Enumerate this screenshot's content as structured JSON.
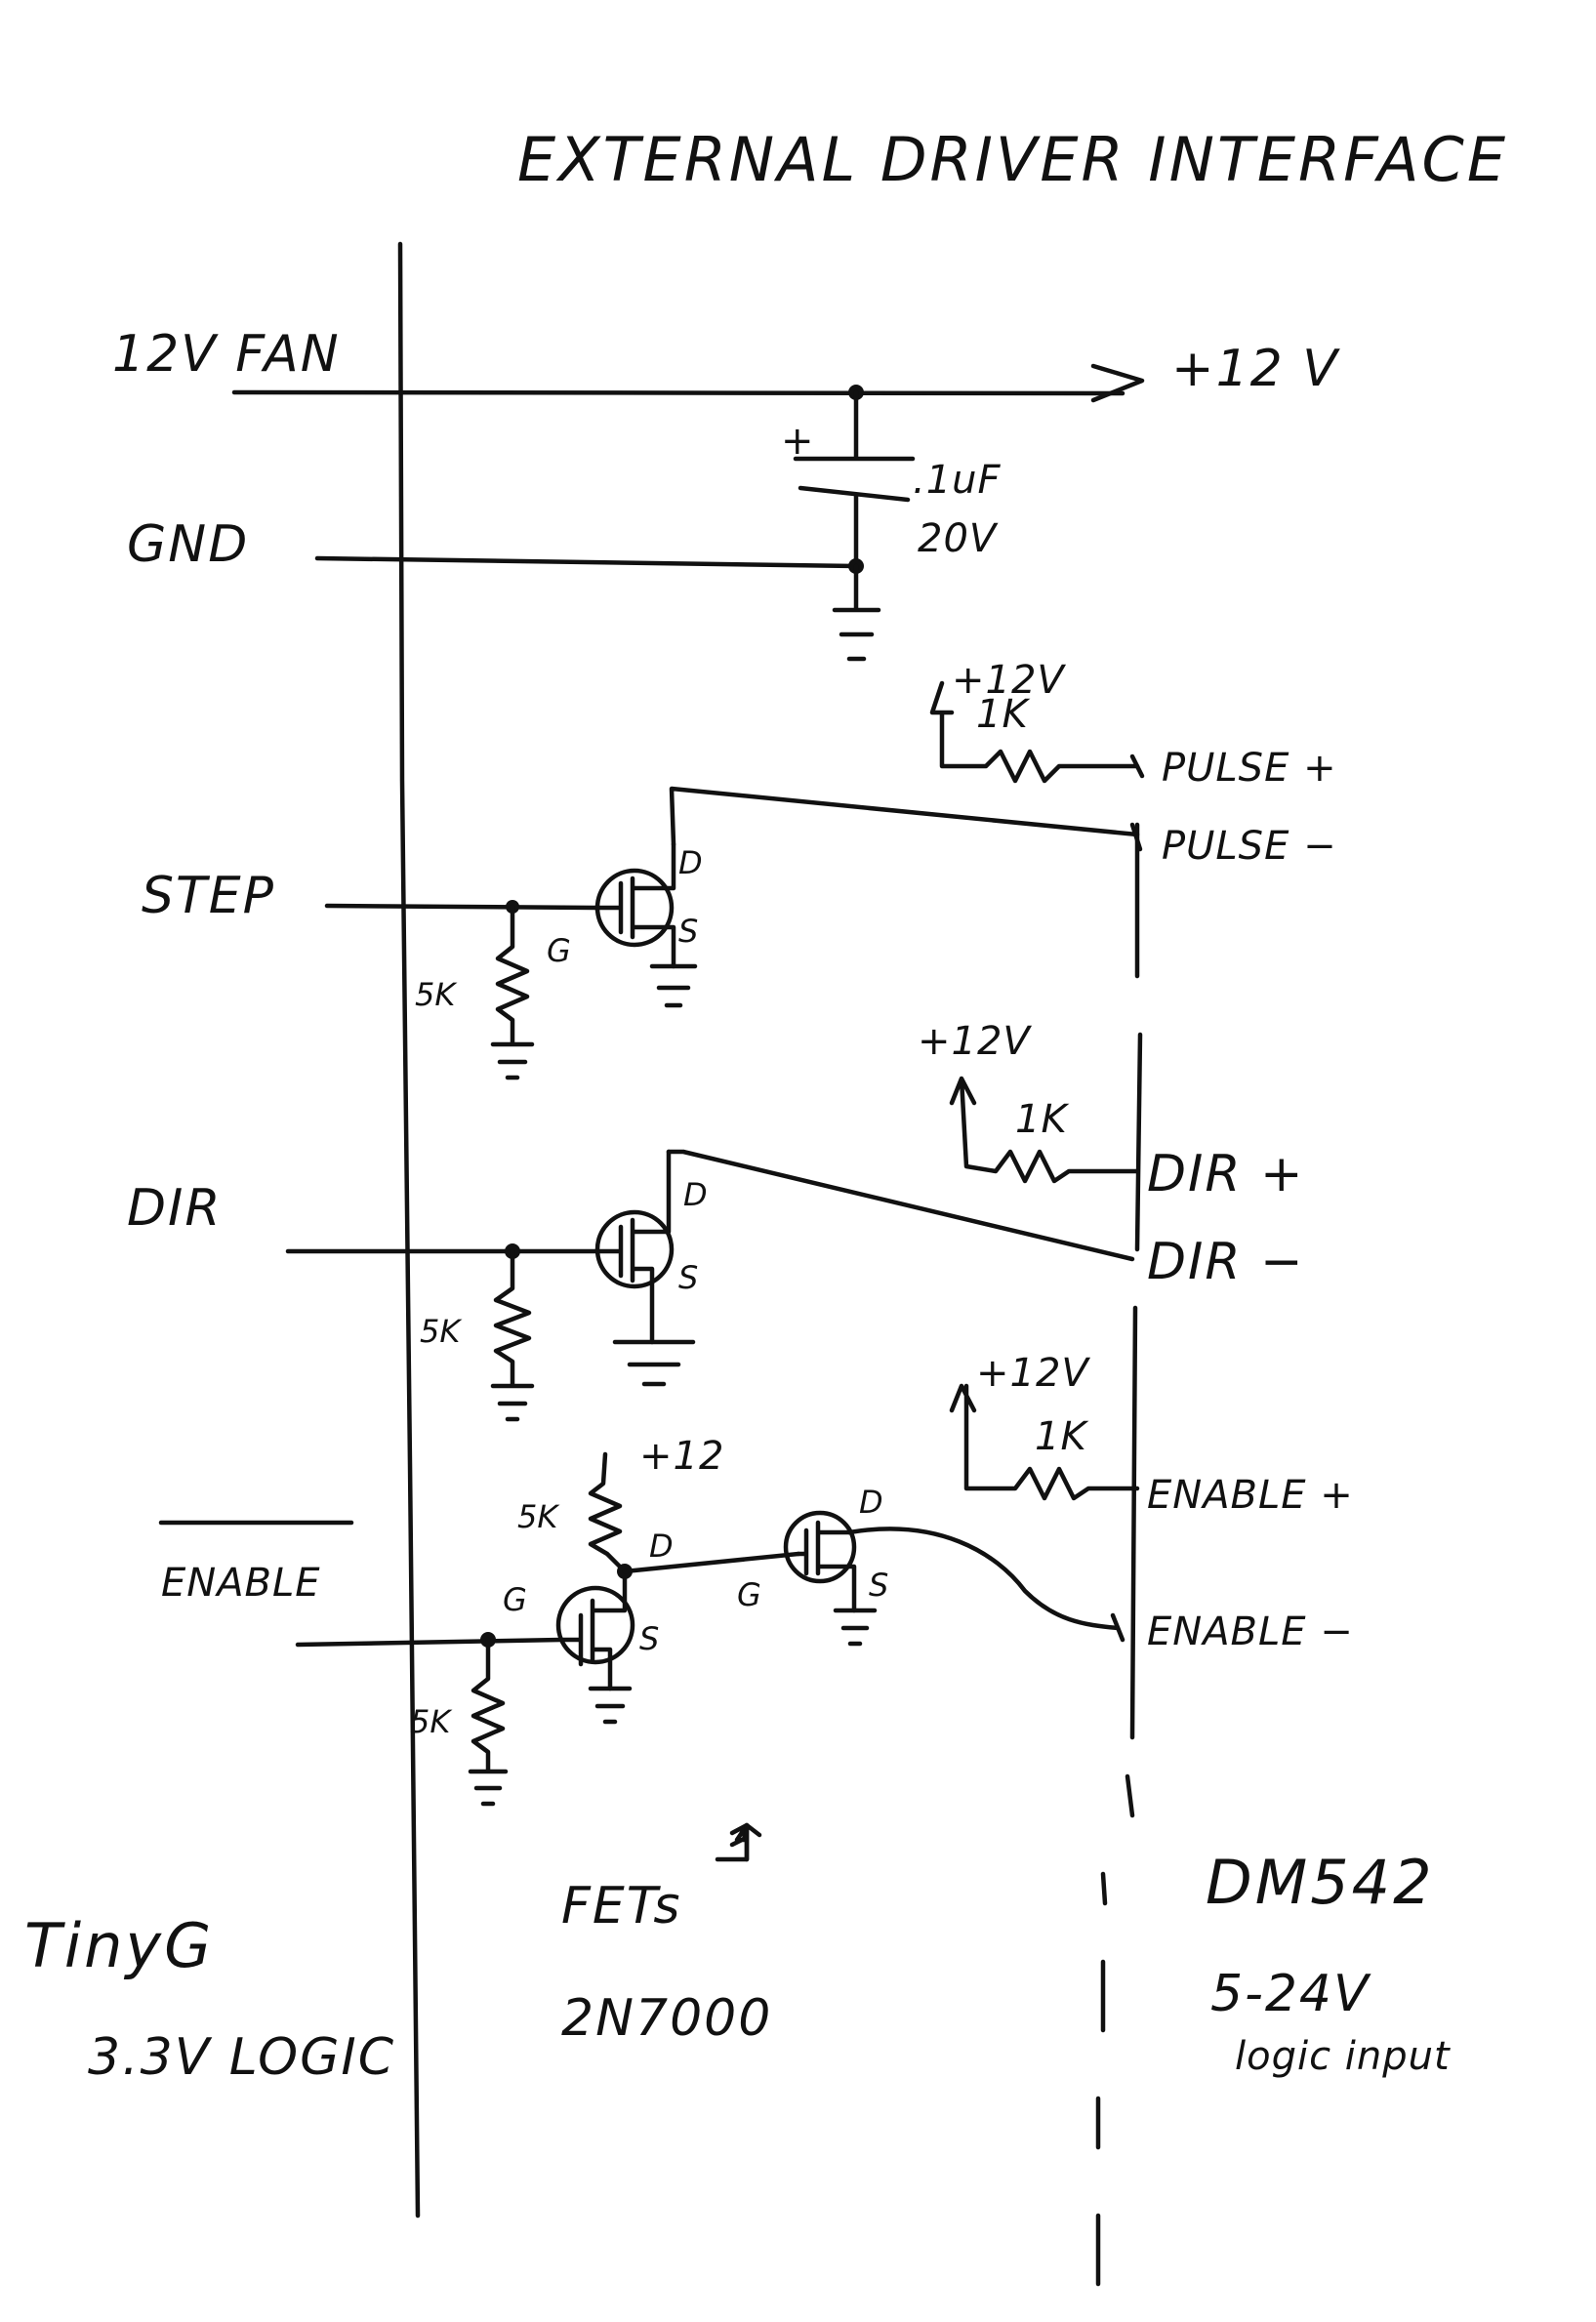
{
  "title": "EXTERNAL DRIVER INTERFACE",
  "left_labels": {
    "fan": "12V FAN",
    "gnd": "GND",
    "step": "STEP",
    "dir": "DIR",
    "enable": "ENABLE"
  },
  "right_labels": {
    "v12": "+12 V",
    "pulse_plus": "PULSE +",
    "pulse_minus": "PULSE −",
    "dir_plus": "DIR +",
    "dir_minus": "DIR −",
    "enable_plus": "ENABLE +",
    "enable_minus": "ENABLE −"
  },
  "components": {
    "cap_plus": "+",
    "cap_value": ".1uF",
    "cap_voltage": "20V",
    "pullup_supply_1": "+12V",
    "pullup_supply_2": "+12V",
    "pullup_supply_3": "+12V",
    "enable_pullup_supply": "+12",
    "r_1k": "1K",
    "r_5k": "5K",
    "pin_d": "D",
    "pin_s": "S",
    "pin_g": "G"
  },
  "footer": {
    "controller_name": "TinyG",
    "controller_logic": "3.3V LOGIC",
    "fet_label": "FETs",
    "fet_part": "2N7000",
    "driver_name": "DM542",
    "driver_voltage": "5-24V",
    "driver_logic": "logic input"
  }
}
